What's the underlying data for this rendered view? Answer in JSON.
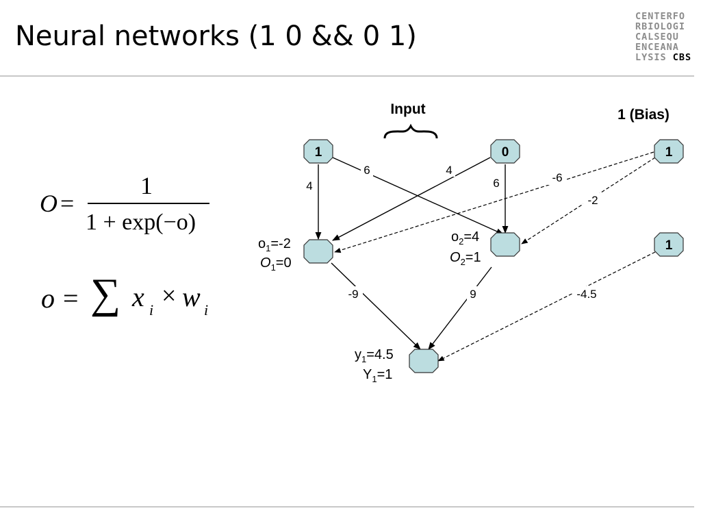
{
  "slide": {
    "title": "Neural networks (1 0 && 0 1)"
  },
  "logo": {
    "rows": [
      "CENTERFO",
      "RBIOLOGI",
      "CALSEQU",
      "ENCEANA",
      "LYSIS "
    ],
    "brand": "CBS"
  },
  "formulas": {
    "sigmoid": {
      "lhs": "O",
      "eq": "=",
      "numerator": "1",
      "denominator": "1 + exp(−o)"
    },
    "sum": {
      "lhs": "o",
      "eq": "=",
      "sigma": "∑",
      "x": "x",
      "i1": "i",
      "times": "×",
      "w": "w",
      "i2": "i"
    }
  },
  "diagram": {
    "input_label": "Input",
    "brace": "{",
    "bias_label": "1 (Bias)",
    "inputs": {
      "x1": "1",
      "x2": "0",
      "bias_top": "1",
      "bias_out": "1"
    },
    "weights": {
      "x1_h1": "4",
      "x1_h2": "6",
      "x2_h1": "4",
      "x2_h2": "6",
      "b_h1": "-6",
      "b_h2": "-2",
      "h1_y": "-9",
      "h2_y": "9",
      "b_y": "-4.5"
    },
    "hidden1": {
      "o_name": "o",
      "o_sub": "1",
      "o_val": "=-2",
      "O_name": "O",
      "O_sub": "1",
      "O_val": "=0"
    },
    "hidden2": {
      "o_name": "o",
      "o_sub": "2",
      "o_val": "=4",
      "O_name": "O",
      "O_sub": "2",
      "O_val": "=1"
    },
    "output": {
      "y_name": "y",
      "y_sub": "1",
      "y_val": "=4.5",
      "Y_name": "Y",
      "Y_sub": "1",
      "Y_val": "=1"
    },
    "colors": {
      "node_fill": "#bcdde0",
      "node_stroke": "#333333",
      "line": "#000000"
    }
  }
}
